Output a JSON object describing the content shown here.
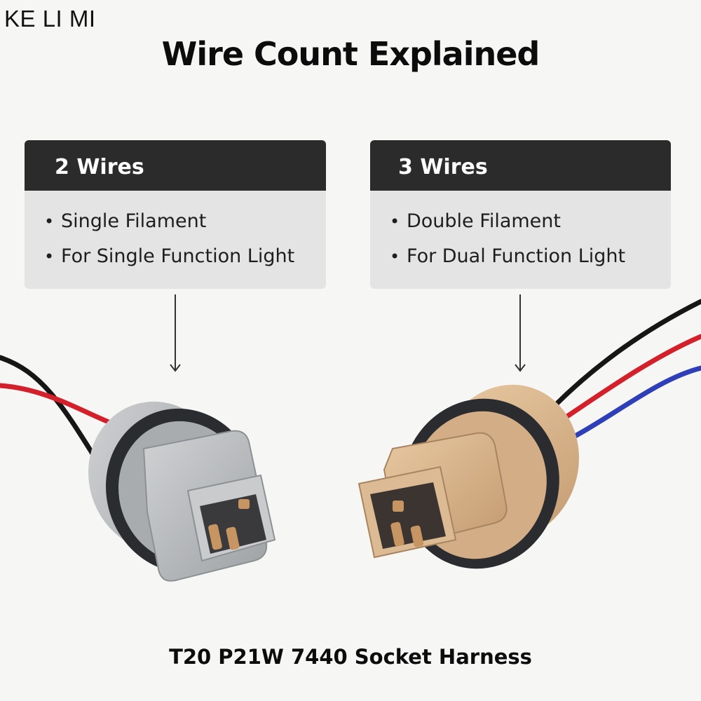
{
  "brand": "KE LI MI",
  "title": "Wire Count Explained",
  "cards": [
    {
      "heading": "2 Wires",
      "bullets": [
        "Single Filament",
        "For Single Function Light"
      ]
    },
    {
      "heading": "3 Wires",
      "bullets": [
        "Double Filament",
        "For Dual Function Light"
      ]
    }
  ],
  "caption": "T20 P21W 7440 Socket Harness",
  "colors": {
    "header_bar": "#2b2b2b",
    "card_body": "#e4e4e4",
    "socket_gray": "#b7b9bb",
    "socket_tan": "#d8b48d",
    "wire_black": "#161616",
    "wire_red": "#d4202a",
    "wire_blue": "#2f3fb8",
    "seal_ring": "#2a2c30",
    "terminal_copper": "#c79561"
  }
}
